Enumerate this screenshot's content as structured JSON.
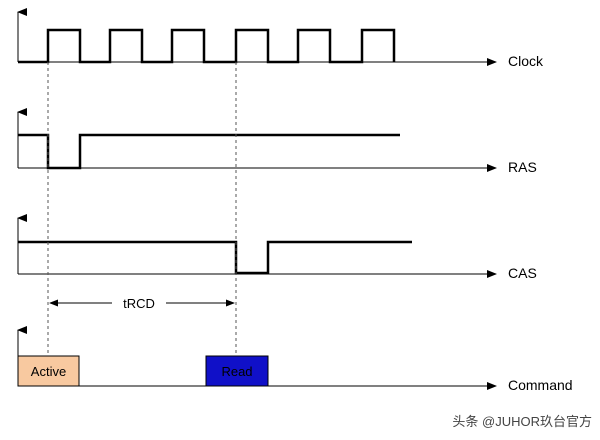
{
  "signals": {
    "clock": "Clock",
    "ras": "RAS",
    "cas": "CAS",
    "command": "Command"
  },
  "timing": {
    "trcd": "tRCD"
  },
  "commands": {
    "active": {
      "label": "Active",
      "fill": "#f8c9a0",
      "text_color": "#000000"
    },
    "read": {
      "label": "Read",
      "fill": "#1010c8",
      "text_color": "#000000"
    }
  },
  "watermark": "头条 @JUHOR玖台官方",
  "colors": {
    "line": "#000000",
    "dashed": "#555555"
  }
}
